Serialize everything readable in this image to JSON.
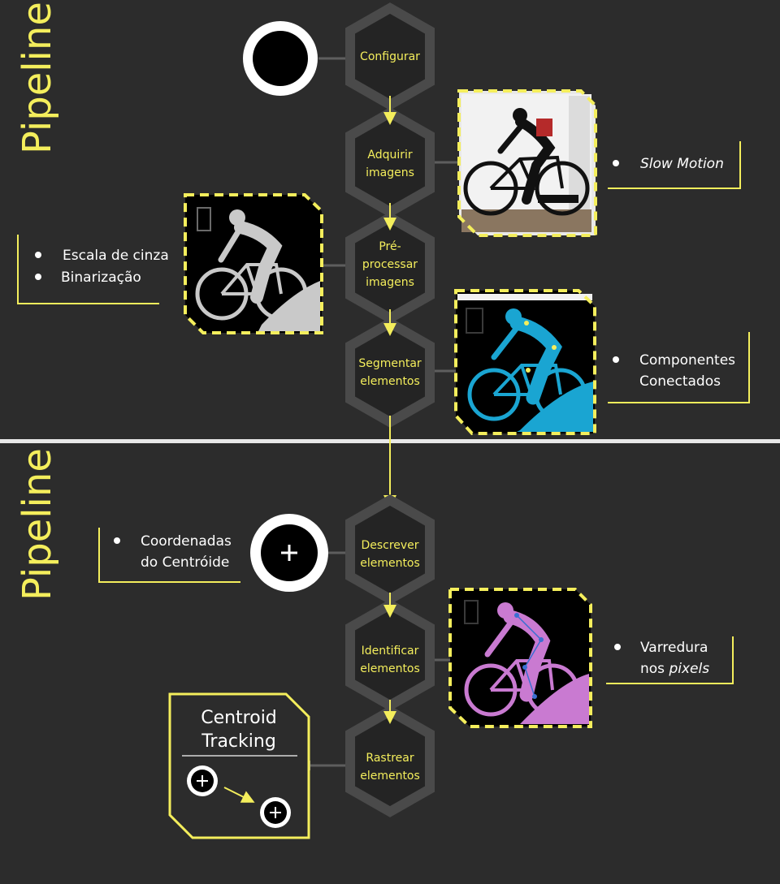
{
  "sections": [
    {
      "title": "Pipeline"
    },
    {
      "title": "Pipeline"
    }
  ],
  "steps": [
    {
      "lines": [
        "Configurar"
      ]
    },
    {
      "lines": [
        "Adquirir",
        "imagens"
      ]
    },
    {
      "lines": [
        "Pré-",
        "processar",
        "imagens"
      ]
    },
    {
      "lines": [
        "Segmentar",
        "elementos"
      ]
    },
    {
      "lines": [
        "Descrever",
        "elementos"
      ]
    },
    {
      "lines": [
        "Identificar",
        "elementos"
      ]
    },
    {
      "lines": [
        "Rastrear",
        "elementos"
      ]
    }
  ],
  "notes": {
    "slow_motion": [
      "Slow Motion"
    ],
    "preprocess": [
      "Escala de cinza",
      "Binarização"
    ],
    "components": [
      "Componentes Conectados"
    ],
    "centroid": [
      "Coordenadas do Centróide"
    ],
    "scan": [
      "Varredura nos pixels"
    ]
  },
  "tracking_card": {
    "title_line1": "Centroid",
    "title_line2": "Tracking"
  },
  "colors": {
    "background": "#2c2c2c",
    "accent": "#f4ee5c",
    "hexagon_stroke": "#4a4a4a",
    "grayscale_fill": "#c9c9c9",
    "segment_fill": "#1aa5d2",
    "identify_fill": "#c97ad1"
  },
  "icons": [
    "record-icon",
    "plus-circle-icon"
  ]
}
